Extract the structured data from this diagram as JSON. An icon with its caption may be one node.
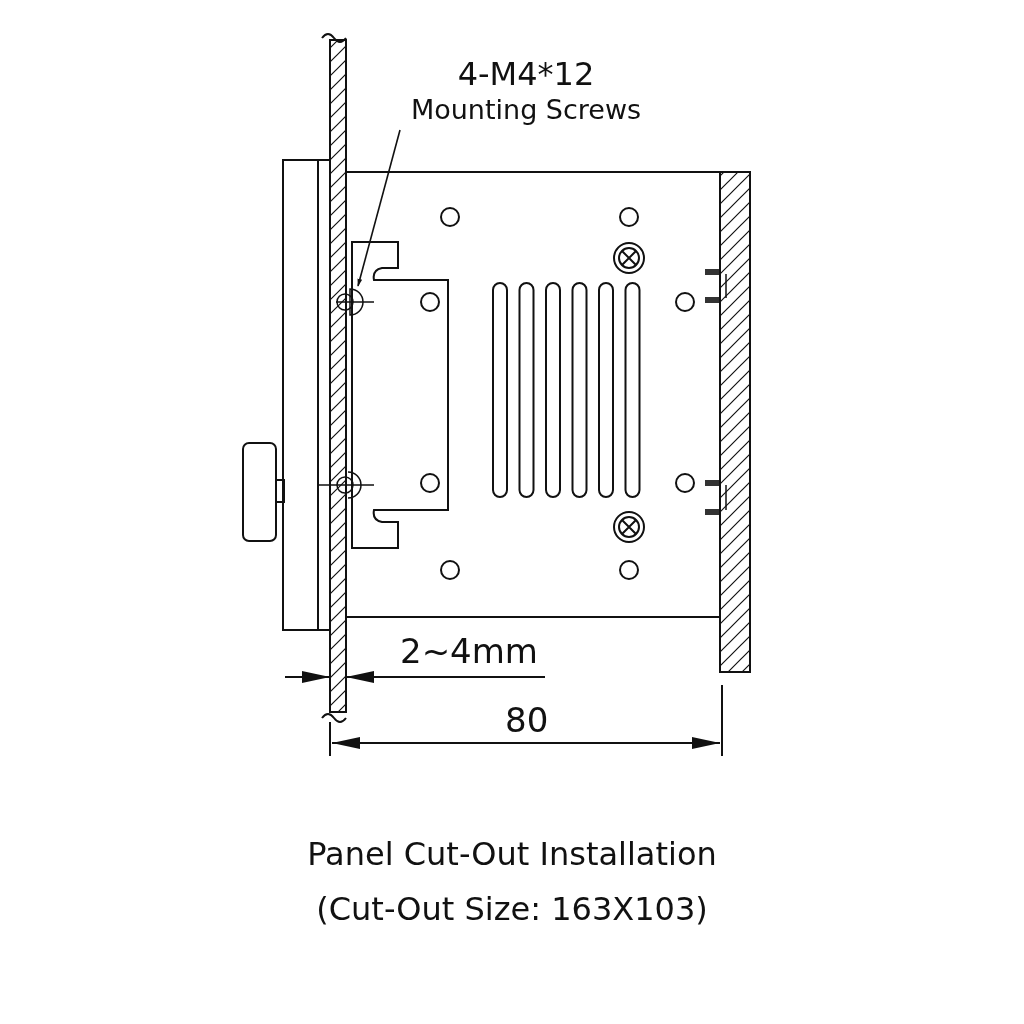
{
  "diagram": {
    "title": "Panel Cut-Out Installation",
    "caption": "(Cut-Out Size: 163X103)",
    "nodes": [
      {
        "text": [
          "4-M4*12",
          "Mounting Screws"
        ]
      },
      {
        "text": [],
        "shape": "picture"
      }
    ],
    "edges": [
      {
        "from": 0,
        "to": 1,
        "arrow": "to"
      }
    ],
    "labels": [
      "2~4mm",
      "80"
    ]
  }
}
